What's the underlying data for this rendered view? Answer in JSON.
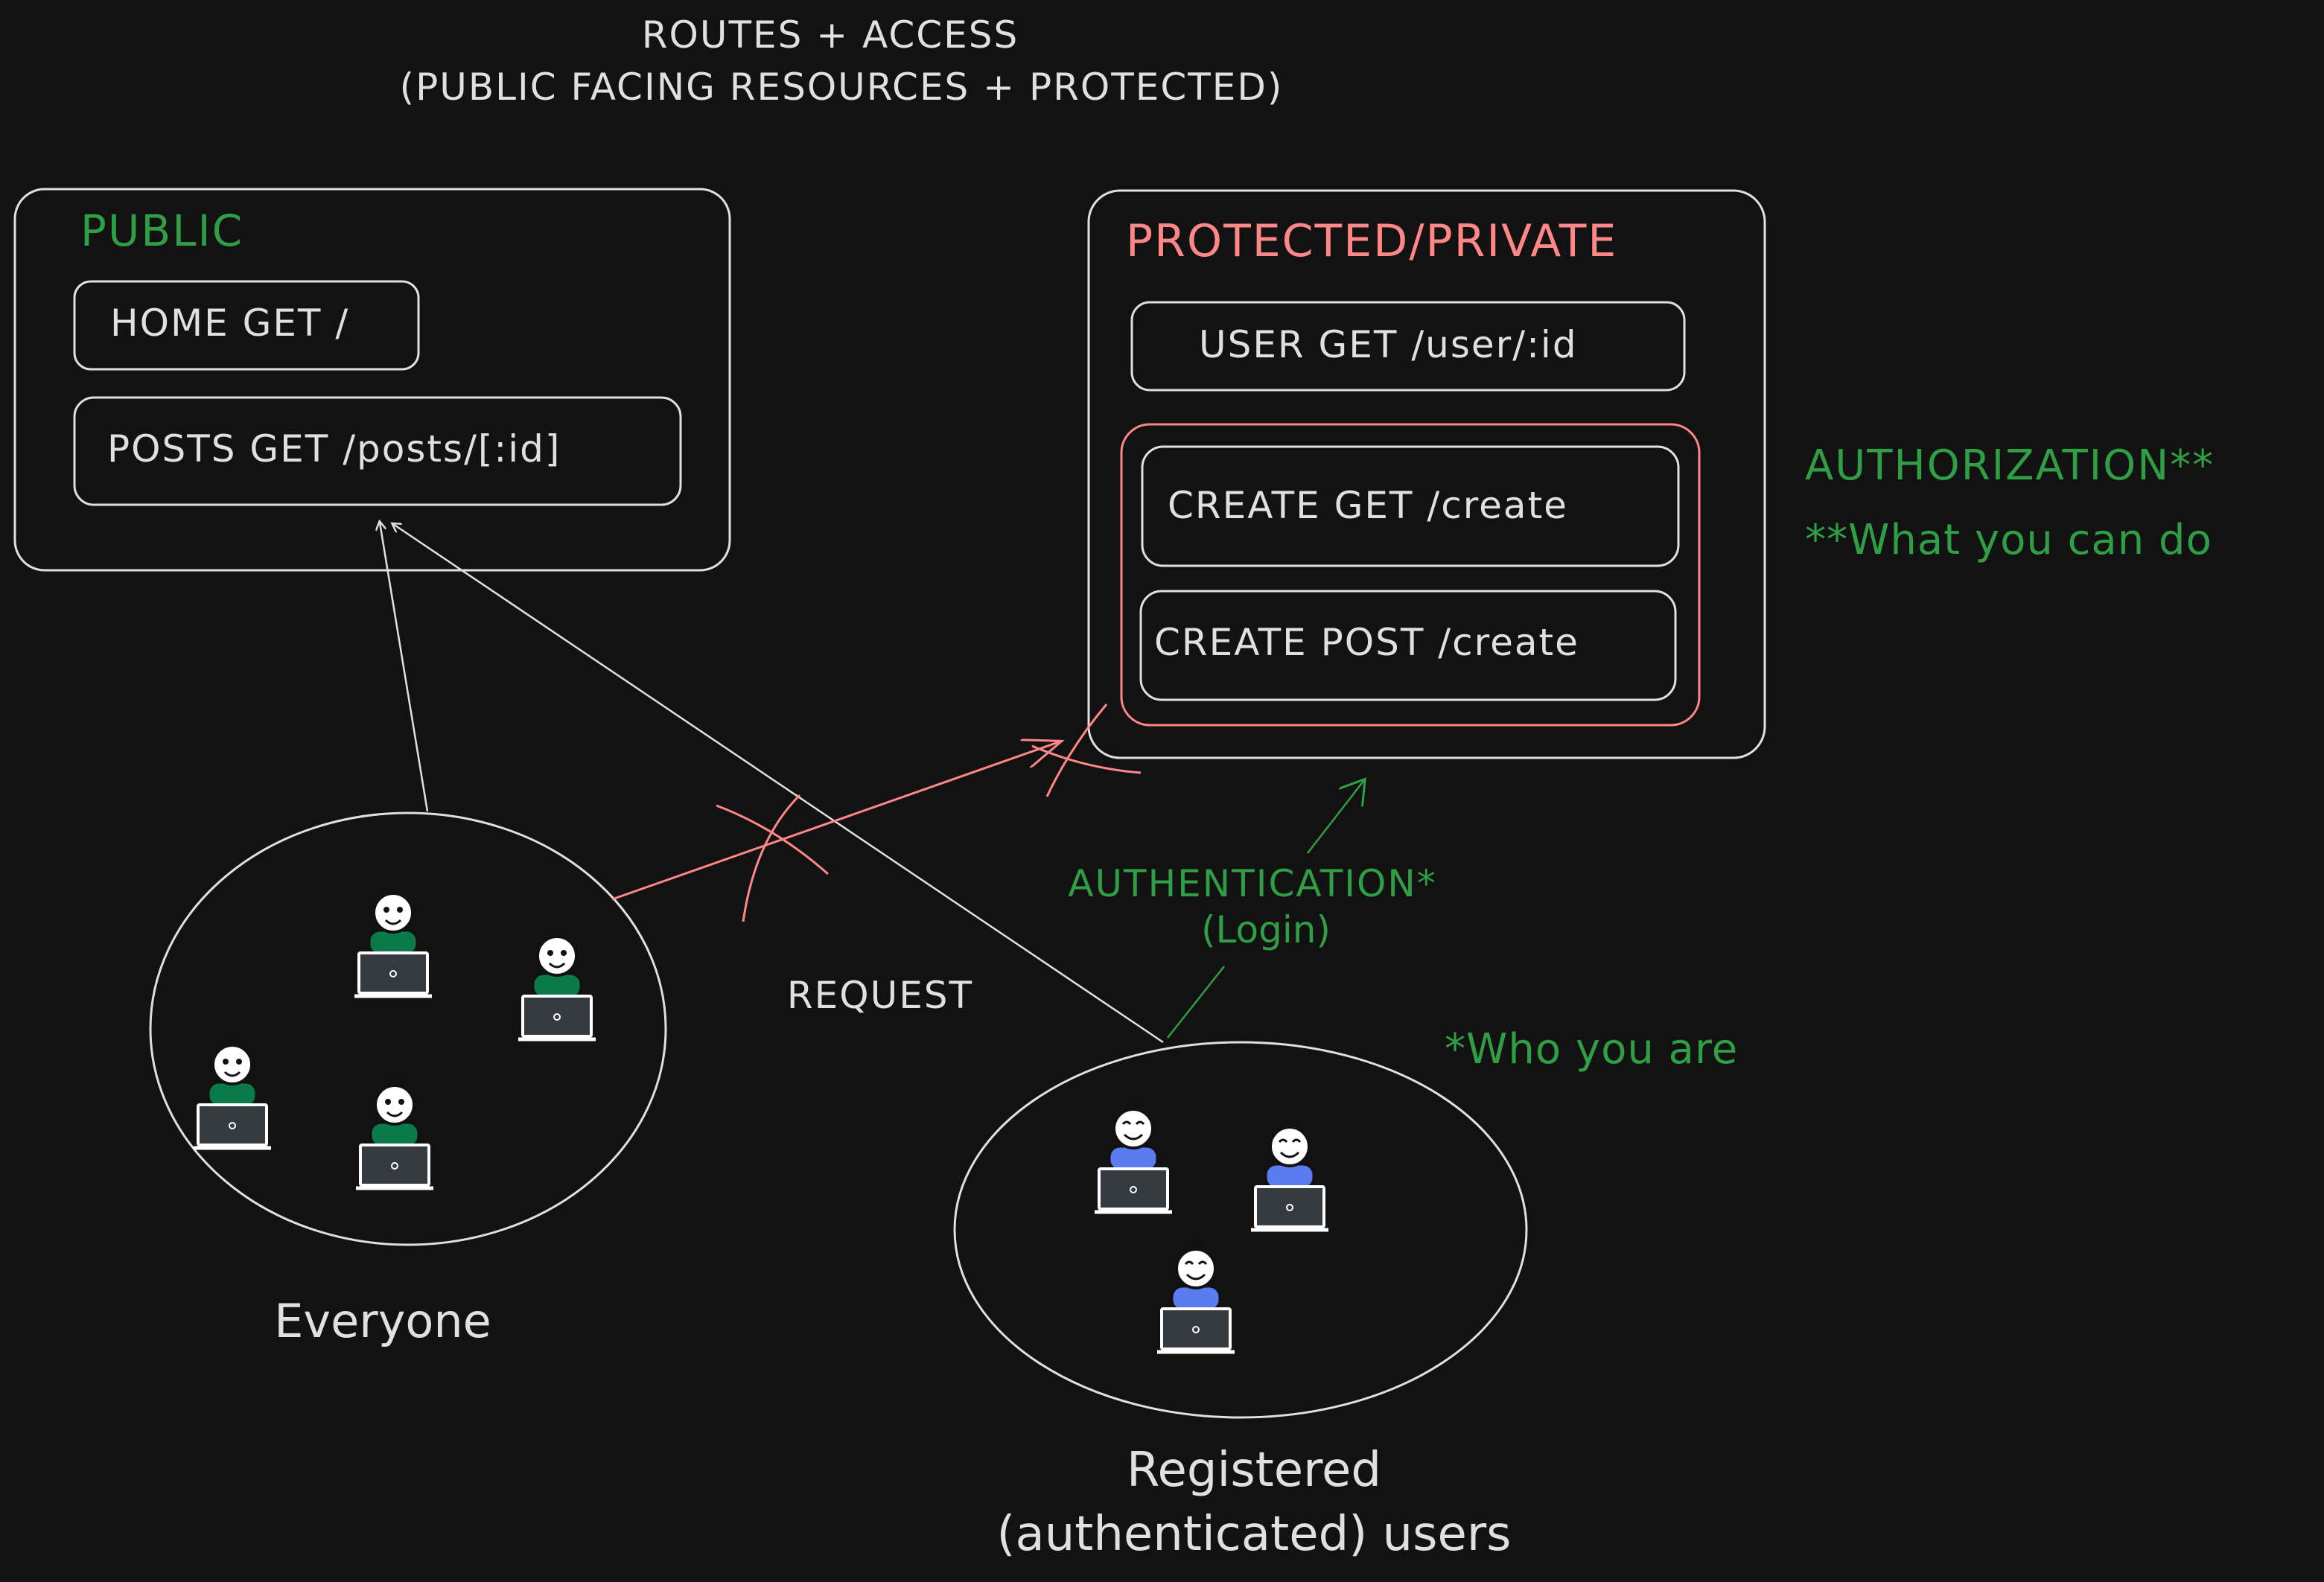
{
  "title": {
    "line1": "ROUTES + ACCESS",
    "line2": "(PUBLIC FACING RESOURCES + PROTECTED)"
  },
  "public_group": {
    "label": "PUBLIC",
    "routes": [
      "HOME GET /",
      "POSTS GET /posts/[:id]"
    ]
  },
  "protected_group": {
    "label": "PROTECTED/PRIVATE",
    "routes": [
      "USER GET /user/:id",
      "CREATE GET /create",
      "CREATE POST /create"
    ]
  },
  "annotations": {
    "authorization": "AUTHORIZATION**",
    "authorization_note": "**What you can do",
    "authentication": "AUTHENTICATION*",
    "authentication_note": "(Login)",
    "authentication_footnote": "*Who you are",
    "request": "REQUEST"
  },
  "groups": {
    "everyone": "Everyone",
    "registered_line1": "Registered",
    "registered_line2": "(authenticated) users"
  },
  "colors": {
    "background": "#121212",
    "stroke": "#e0e0e0",
    "public": "#2f9e44",
    "protected": "#ff8787",
    "annotation": "#2f9e44",
    "blocked_arrow": "#ff8787",
    "everyone_shirt": "#0b7a4b",
    "registered_shirt": "#5b7cf0"
  },
  "icons": {
    "everyone_user": "user-at-laptop-icon",
    "registered_user": "user-at-laptop-icon"
  }
}
